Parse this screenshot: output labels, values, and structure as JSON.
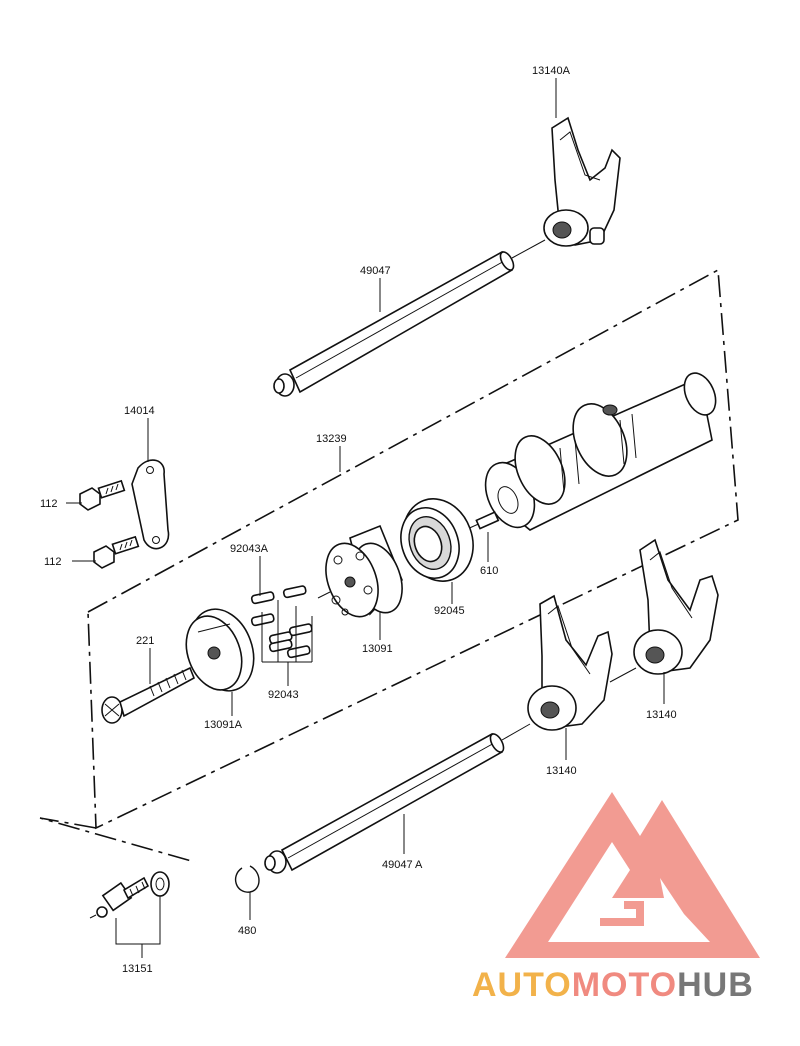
{
  "labels": {
    "l13140A": "13140A",
    "l49047": "49047",
    "l14014": "14014",
    "l13239": "13239",
    "l112a": "112",
    "l112b": "112",
    "l92043A": "92043A",
    "l610": "610",
    "l92045": "92045",
    "l13091": "13091",
    "l221": "221",
    "l92043": "92043",
    "l13091A": "13091A",
    "l13140a": "13140",
    "l13140b": "13140",
    "l49047A": "49047 A",
    "l480": "480",
    "l13151": "13151"
  },
  "watermark": {
    "part1": "AUTO",
    "part2": "MOTO",
    "part3": "HUB",
    "color_orange": "#f2b24a",
    "color_red": "#f08a80",
    "color_gray": "#777777"
  }
}
